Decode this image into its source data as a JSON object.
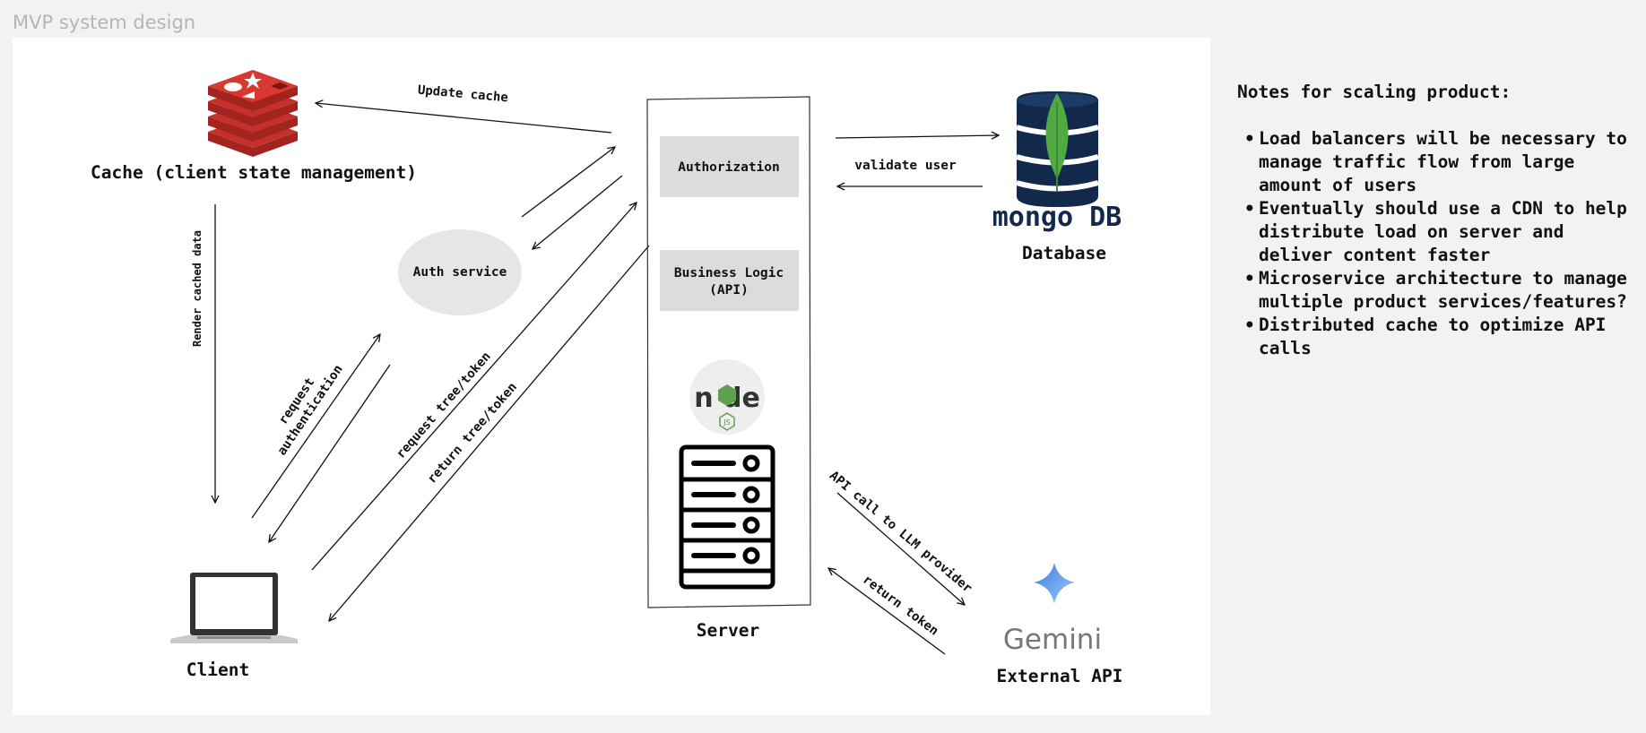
{
  "frame": {
    "title": "MVP system design"
  },
  "nodes": {
    "cache": "Cache (client state management)",
    "client": "Client",
    "auth_service": "Auth service",
    "server": "Server",
    "authorization": "Authorization",
    "business_logic_line1": "Business Logic",
    "business_logic_line2": "(API)",
    "database": "Database",
    "mongodb_logo": "mongo DB",
    "external_api": "External API",
    "gemini_logo": "Gemini"
  },
  "edges": {
    "update_cache": "Update cache",
    "render_cached_data": "Render cached data",
    "request_authentication_line1": "request",
    "request_authentication_line2": "authentication",
    "request_tree_token": "request tree/token",
    "return_tree_token": "return tree/token",
    "validate_user": "validate user",
    "api_call": "API call to LLM provider",
    "return_token": "return token"
  },
  "notes": {
    "title": "Notes for scaling product:",
    "items": [
      "Load balancers will be necessary to manage traffic flow from large amount of users",
      "Eventually should use a CDN to help distribute load on server and deliver content faster",
      "Microservice architecture to manage multiple product services/features?",
      "Distributed cache to optimize API calls"
    ]
  },
  "icons": [
    "redis-cache-icon",
    "laptop-icon",
    "nodejs-icon",
    "server-rack-icon",
    "mongodb-leaf-icon",
    "gemini-star-icon"
  ],
  "colors": {
    "redis_red": "#c6302b",
    "mongo_navy": "#13294b",
    "mongo_green": "#4faa41",
    "server_box_fill": "#dcdcdc",
    "auth_ellipse_fill": "#e6e6e6",
    "gemini_blue": "#4a90d9"
  }
}
